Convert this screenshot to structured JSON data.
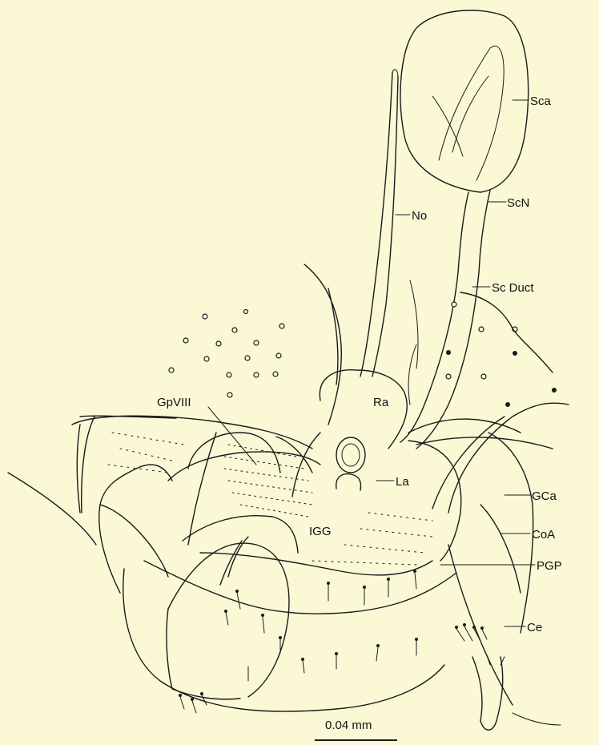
{
  "labels": {
    "sca": "Sca",
    "scn": "ScN",
    "no": "No",
    "sc_duct": "Sc Duct",
    "ra": "Ra",
    "gpviii": "GpVIII",
    "la": "La",
    "gca": "GCa",
    "igg": "IGG",
    "coa": "CoA",
    "pgp": "PGP",
    "ce": "Ce"
  },
  "scale_bar": {
    "label": "0.04 mm"
  },
  "colors": {
    "background": "#fbf8d6",
    "ink": "#1a1a1a"
  }
}
